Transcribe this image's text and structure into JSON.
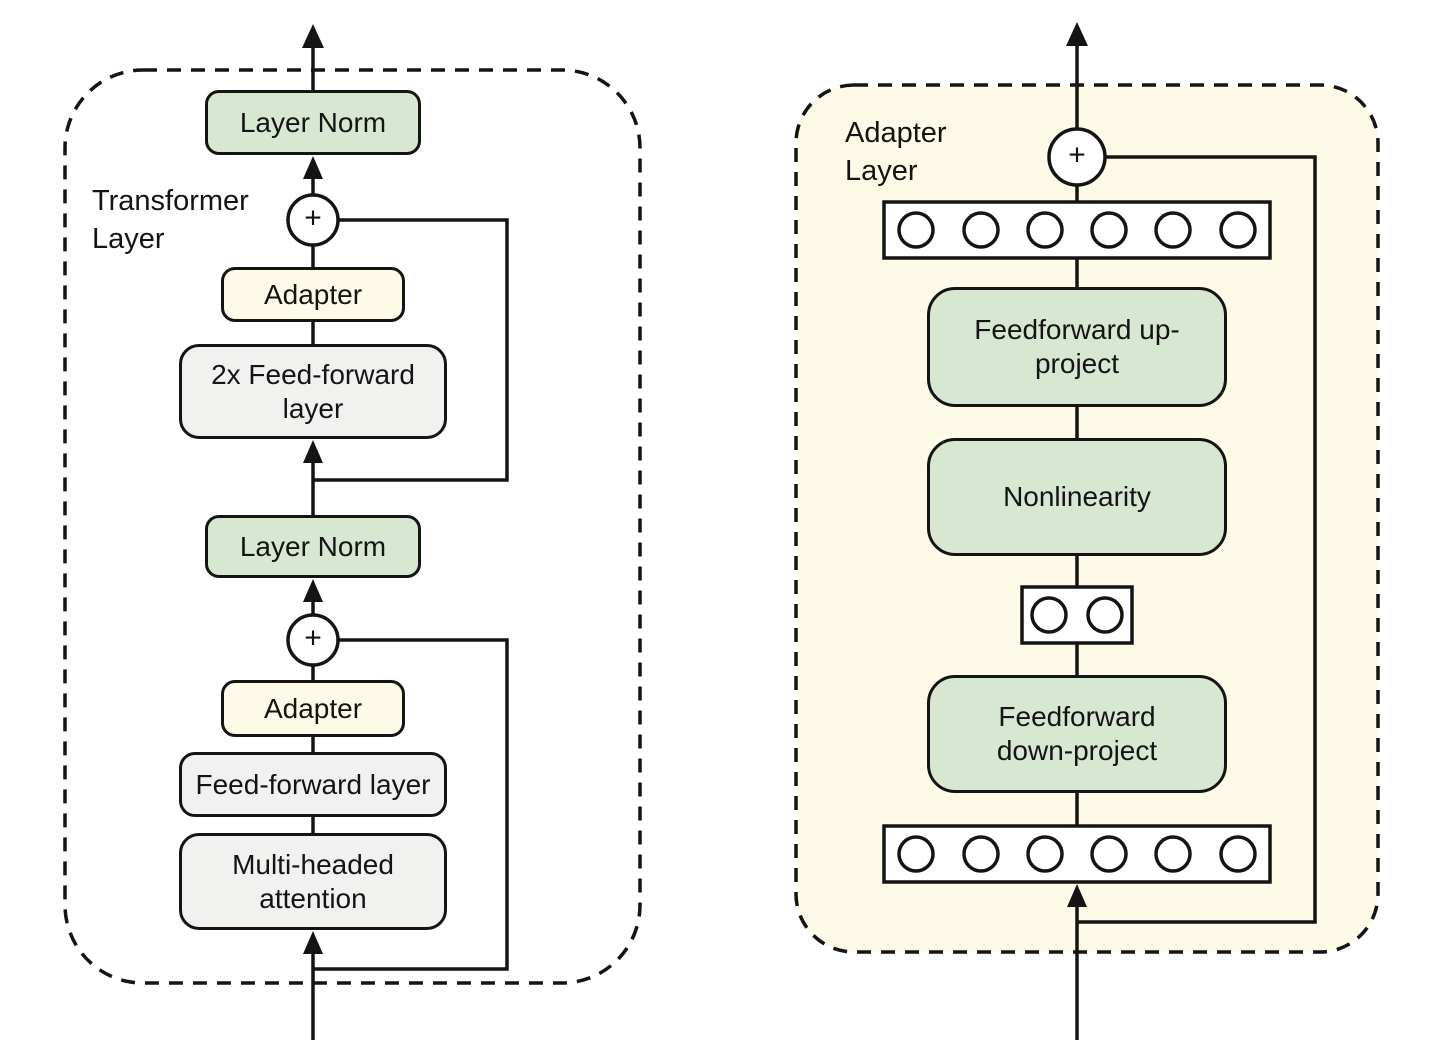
{
  "symbols": {
    "add": "+"
  },
  "left_panel": {
    "name": "Transformer Layer",
    "label_lines": [
      "Transformer",
      "Layer"
    ],
    "blocks": {
      "layer_norm_top": "Layer Norm",
      "adapter_top": "Adapter",
      "feed_forward_2x": "2x Feed-forward layer",
      "layer_norm_mid": "Layer Norm",
      "adapter_bottom": "Adapter",
      "feed_forward": "Feed-forward layer",
      "multi_head": "Multi-headed attention"
    }
  },
  "right_panel": {
    "name": "Adapter Layer",
    "label_lines": [
      "Adapter",
      "Layer"
    ],
    "blocks": {
      "up_project": "Feedforward up-project",
      "nonlinearity": "Nonlinearity",
      "down_project": "Feedforward down-project"
    },
    "feature_units": 6,
    "bottleneck_units": 2
  },
  "colors": {
    "block_green": "#d8e7d2",
    "block_gray": "#f1f1f0",
    "block_cream": "#fdfae8",
    "panel_cream": "#fdfae8",
    "line": "#141414"
  }
}
